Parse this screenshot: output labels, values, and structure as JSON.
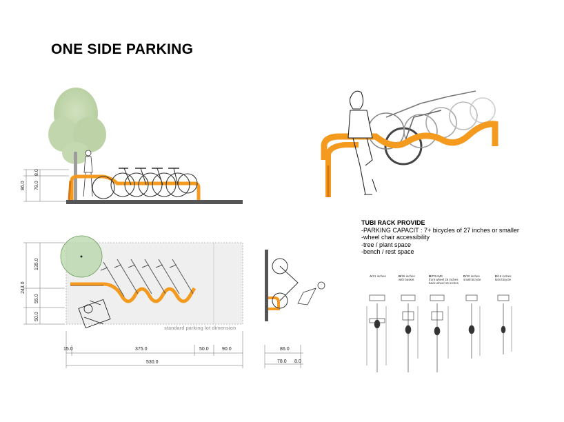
{
  "title": "ONE SIDE PARKING",
  "elevation": {
    "heights": [
      "86.0",
      "78.0",
      "8.0"
    ]
  },
  "plan": {
    "vertical_dims": [
      "135.0",
      "243.0",
      "55.0",
      "50.0"
    ],
    "horizontal_dims": [
      "15.0",
      "375.0",
      "50.0",
      "90.0"
    ],
    "total": "530.0",
    "note": "standard parking lot dimension"
  },
  "side_section": {
    "dims": [
      "86.0",
      "78.0",
      "8.0"
    ]
  },
  "info": {
    "heading": "TUBI RACK PROVIDE",
    "lines": [
      "-PARKING CAPACIT : 7+ bicycles of 27 inches or smaller",
      "-wheel chair accessibility",
      "-tree / plant space",
      "-bench / rest space"
    ]
  },
  "bike_types": [
    {
      "letter": "A",
      "label": "/21 inches",
      "sub": ""
    },
    {
      "letter": "B",
      "label": "/26 inches",
      "sub": "with basket"
    },
    {
      "letter": "B",
      "label": "/FRAME",
      "sub": "front wheel 26 inches back wheel 16 inches"
    },
    {
      "letter": "D",
      "label": "/20 inches",
      "sub": "small bicycle"
    },
    {
      "letter": "E",
      "label": "/16 inches",
      "sub": "kids bicycle"
    }
  ],
  "colors": {
    "orange": "#F39A1F",
    "orange_dark": "#D9760E",
    "green": "#9BC27A",
    "ground": "#555555"
  }
}
